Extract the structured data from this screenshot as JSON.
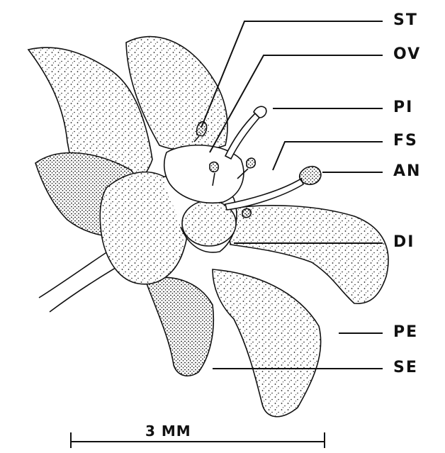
{
  "labels": {
    "st": "ST",
    "ov": "OV",
    "pi": "PI",
    "fs": "FS",
    "an": "AN",
    "di": "DI",
    "pe": "PE",
    "se": "SE"
  },
  "scale_bar": {
    "label": "3 MM"
  },
  "colors": {
    "ink": "#111111",
    "paper": "#ffffff"
  }
}
